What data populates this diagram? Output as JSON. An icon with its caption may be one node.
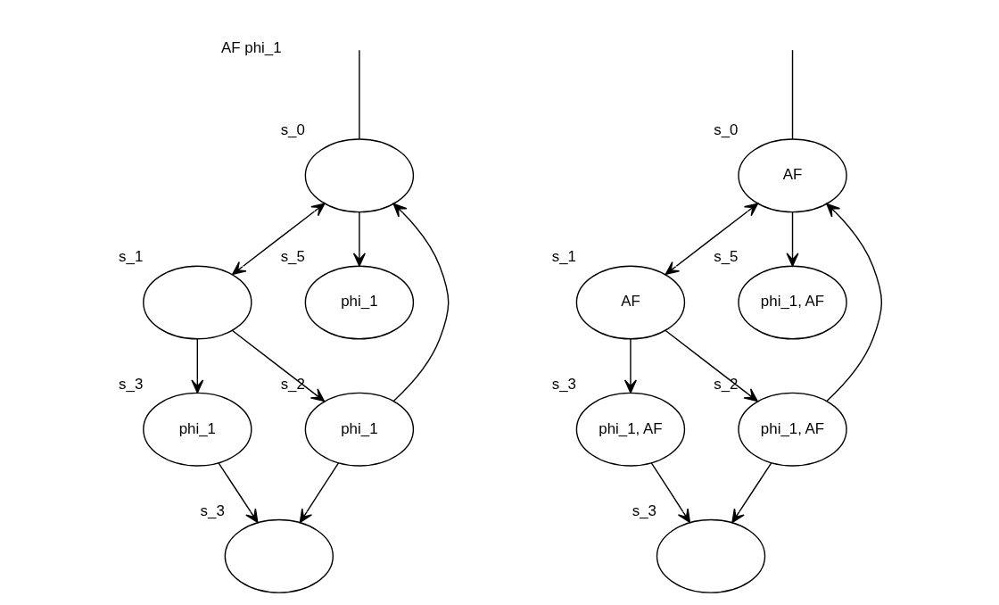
{
  "diagram": {
    "nodes": [
      {
        "text": [],
        "shape": "circle",
        "beside": [
          "s_0"
        ]
      },
      {
        "text": [],
        "shape": "circle",
        "beside": [
          "s_1"
        ]
      },
      {
        "text": [
          "phi_1"
        ],
        "beside": [
          "s_5"
        ]
      },
      {
        "text": [
          "phi_1"
        ],
        "beside": [
          "s_2"
        ]
      },
      {
        "text": [
          "phi_1"
        ],
        "beside": [
          "s_3"
        ]
      },
      {
        "text": [],
        "shape": "circle",
        "beside": [
          "s_3"
        ]
      },
      {
        "text": [
          "AF"
        ],
        "beside": [
          "s_0"
        ]
      },
      {
        "text": [
          "AF"
        ],
        "beside": [
          "s_1"
        ]
      },
      {
        "text": [
          "phi_1, AF"
        ],
        "beside": [
          "s_5"
        ]
      },
      {
        "text": [
          "phi_1, AF"
        ],
        "beside": [
          "s_2"
        ]
      },
      {
        "text": [
          "phi_1, AF"
        ],
        "beside": [
          "s_3"
        ]
      },
      {
        "text": [],
        "shape": "circle",
        "beside": [
          "s_3"
        ]
      }
    ],
    "edges": [
      {
        "from": null,
        "to": 0,
        "arrow": "none"
      },
      {
        "from": 0,
        "to": 1,
        "arrow": "both"
      },
      {
        "from": 0,
        "to": 2,
        "arrow": "to"
      },
      {
        "from": 1,
        "to": 3,
        "arrow": "to"
      },
      {
        "from": 1,
        "to": 4,
        "arrow": "to"
      },
      {
        "from": 3,
        "to": 0,
        "arrow": "to"
      },
      {
        "from": 3,
        "to": 5,
        "arrow": "to"
      },
      {
        "from": 4,
        "to": 5,
        "arrow": "to"
      },
      {
        "from": null,
        "to": 6,
        "arrow": "none"
      },
      {
        "from": 6,
        "to": 7,
        "arrow": "both"
      },
      {
        "from": 6,
        "to": 8,
        "arrow": "to"
      },
      {
        "from": 7,
        "to": 9,
        "arrow": "to"
      },
      {
        "from": 7,
        "to": 10,
        "arrow": "to"
      },
      {
        "from": 9,
        "to": 6,
        "arrow": "to"
      },
      {
        "from": 9,
        "to": 11,
        "arrow": "to"
      },
      {
        "from": 10,
        "to": 11,
        "arrow": "to"
      }
    ],
    "labels": [
      "AF phi_1"
    ]
  }
}
